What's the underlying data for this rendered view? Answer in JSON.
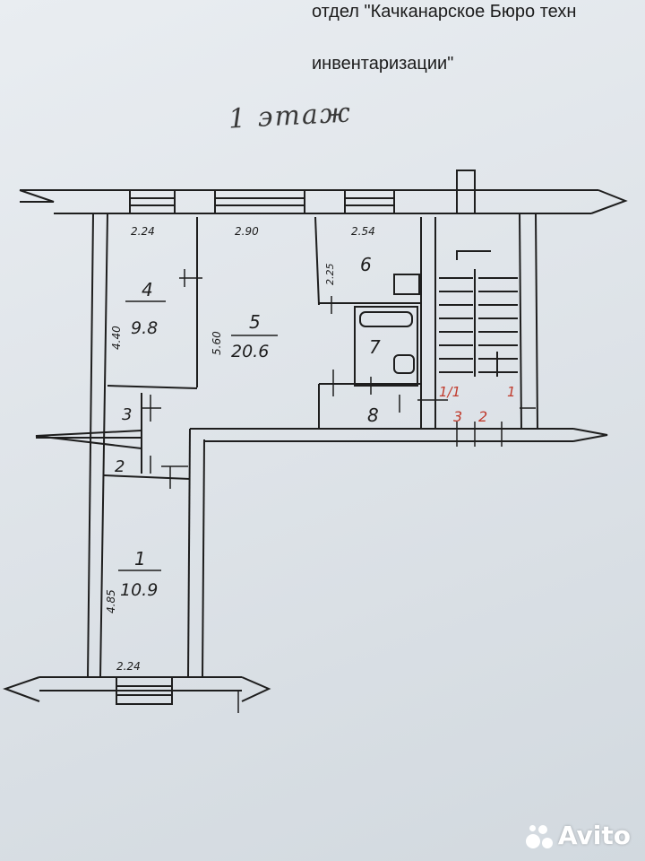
{
  "header": {
    "line1": "отдел \"Качканарское Бюро техн",
    "line2": "инвентаризации\""
  },
  "floor_title": "1 этаж",
  "rooms": [
    {
      "number": "4",
      "area": "9.8"
    },
    {
      "number": "5",
      "area": "20.6"
    },
    {
      "number": "6"
    },
    {
      "number": "7"
    },
    {
      "number": "8"
    },
    {
      "number": "3"
    },
    {
      "number": "2"
    },
    {
      "number": "1",
      "area": "10.9"
    }
  ],
  "dimensions": [
    "2.24",
    "2.90",
    "2.54",
    "4.40",
    "5.60",
    "2.25",
    "4.85",
    "2.24"
  ],
  "stair_labels": [
    "1/1",
    "1",
    "3",
    "2"
  ],
  "watermark": "Avito",
  "colors": {
    "ink": "#1e1e1e",
    "red_ink": "#c0392b",
    "paper": "#e4e8ec"
  }
}
